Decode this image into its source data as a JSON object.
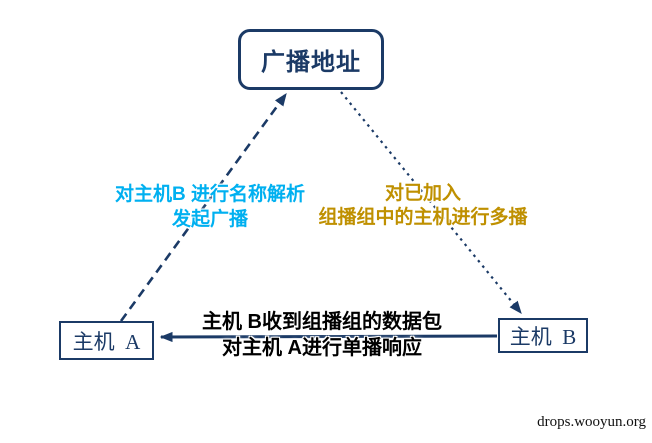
{
  "colors": {
    "navy": "#1B3A66",
    "cyan": "#00B0F0",
    "gold": "#BF9000",
    "black": "#000000"
  },
  "nodes": {
    "broadcast": {
      "label": "广播地址"
    },
    "host_a": {
      "label": "主机  A"
    },
    "host_b": {
      "label": "主机  B"
    }
  },
  "edges": {
    "a_to_broadcast": {
      "style": "dashed",
      "label_line1": "对主机B 进行名称解析",
      "label_line2": "发起广播",
      "label_color": "#00B0F0"
    },
    "broadcast_to_b": {
      "style": "dotted",
      "label_line1": "对已加入",
      "label_line2": "组播组中的主机进行多播",
      "label_color": "#BF9000"
    },
    "b_to_a": {
      "style": "solid",
      "label_line1": "主机 B收到组播组的数据包",
      "label_line2": "对主机 A进行单播响应",
      "label_color": "#000000"
    }
  },
  "watermark": "drops.wooyun.org"
}
